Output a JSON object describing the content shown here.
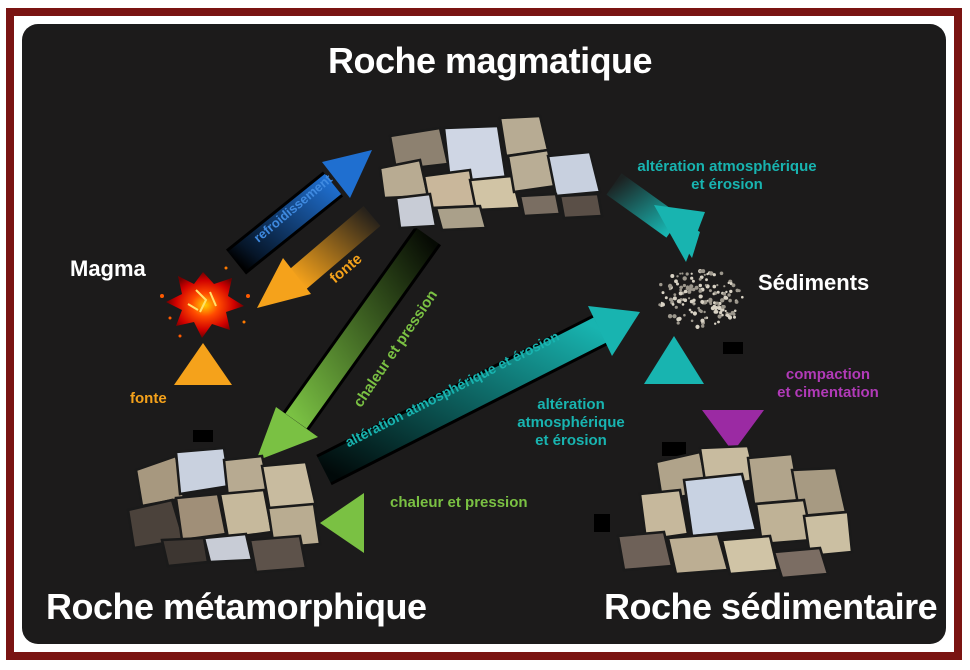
{
  "nodes": {
    "magmatique": "Roche magmatique",
    "metamorphique": "Roche métamorphique",
    "sedimentaire": "Roche sédimentaire",
    "magma": "Magma",
    "sediments": "Sédiments"
  },
  "processes": {
    "refroidissement": "refroidissement",
    "fonte_mag_magma": "fonte",
    "fonte_meta_magma": "fonte",
    "alteration_mag_sed": [
      "altération atmosphérique",
      "et érosion"
    ],
    "chaleur_mag_meta": "chaleur et pression",
    "alteration_meta_sed": "altération atmosphérique et érosion",
    "alteration_sed_up": [
      "altération",
      "atmosphérique",
      "et érosion"
    ],
    "compaction": [
      "compaction",
      "et cimentation"
    ],
    "chaleur_sed_meta": "chaleur et pression"
  },
  "colors": {
    "frame": "#7a1412",
    "background": "#1c1b1b",
    "blue": "#1f6fd0",
    "orange": "#f5a21b",
    "green": "#7ac143",
    "teal": "#18b4b0",
    "purple": "#9b2aa3",
    "text": "#ffffff"
  }
}
